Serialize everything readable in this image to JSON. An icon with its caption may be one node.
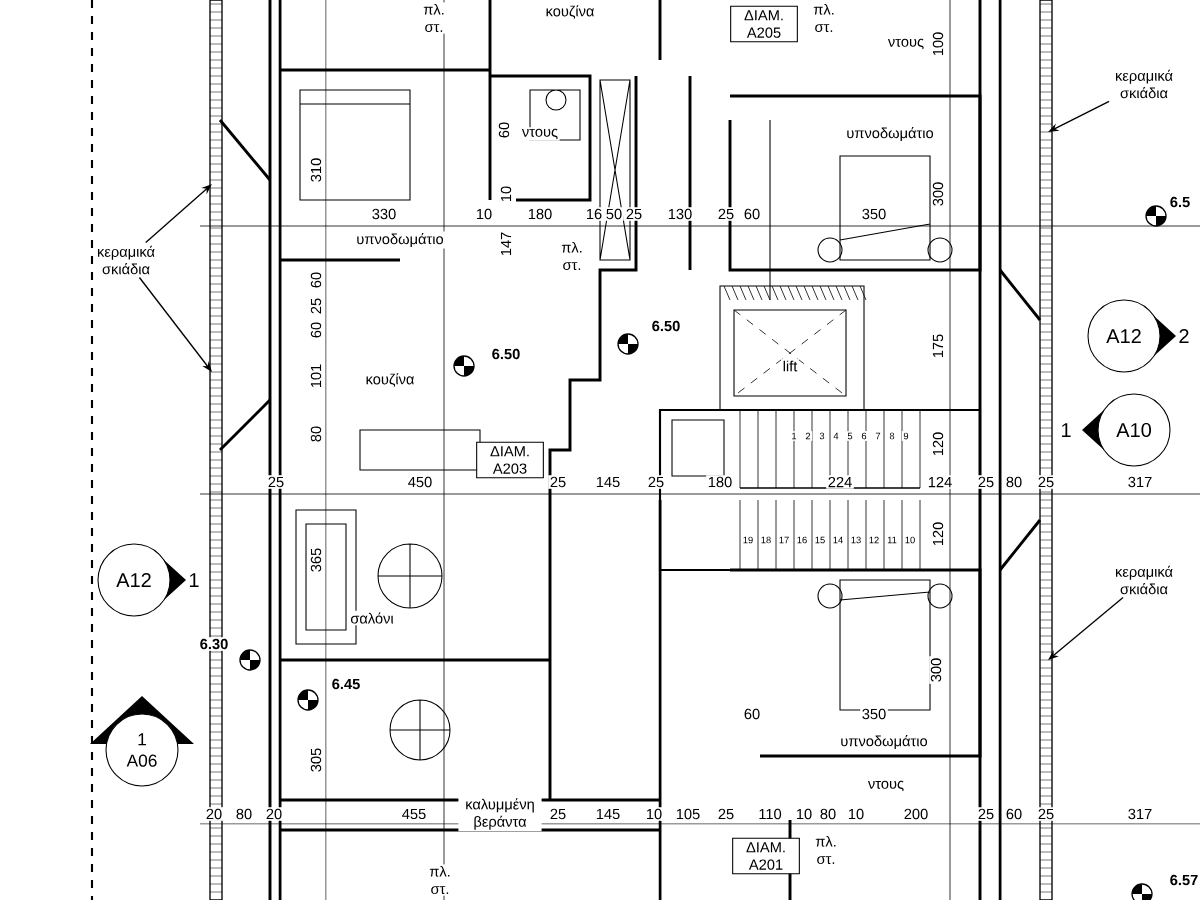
{
  "diagram": {
    "nodes": [
      {
        "text": [
          "κεραμικά σκιάδια"
        ]
      },
      {
        "text": [
          "κεραμικά σκιάδια"
        ]
      },
      {
        "text": [
          "κεραμικά σκιάδια"
        ]
      },
      {
        "text": [
          "A12"
        ],
        "beside": [
          "1"
        ]
      },
      {
        "text": [
          "1",
          "A06"
        ]
      },
      {
        "text": [
          "A12"
        ],
        "beside": [
          "2"
        ]
      },
      {
        "text": [
          "A10"
        ],
        "beside": [
          "1"
        ]
      },
      {
        "text": [
          "ΔΙΑΜ. A205"
        ]
      },
      {
        "text": [
          "ΔΙΑΜ. A203"
        ]
      },
      {
        "text": [
          "ΔΙΑΜ. A201"
        ]
      }
    ],
    "edges": [
      {
        "from": 0,
        "to": null,
        "arrow": "to"
      },
      {
        "from": 0,
        "to": null,
        "arrow": "to"
      },
      {
        "from": 1,
        "to": null,
        "arrow": "to"
      },
      {
        "from": 2,
        "to": null,
        "arrow": "to"
      }
    ],
    "labels": [
      "πλ. στ.",
      "κουζίνα",
      "πλ. στ.",
      "ντους",
      "100",
      "ντους",
      "60",
      "υπνοδωμάτιο",
      "310",
      "10",
      "300",
      "330",
      "10",
      "180",
      "16",
      "50",
      "25",
      "130",
      "25",
      "60",
      "350",
      "6.5",
      "147",
      "υπνοδωμάτιο",
      "πλ. στ.",
      "60",
      "25",
      "60",
      "6.50",
      "175",
      "6.50",
      "lift",
      "101",
      "κουζίνα",
      "80",
      "1",
      "2",
      "3",
      "4",
      "5",
      "6",
      "7",
      "8",
      "9",
      "120",
      "25",
      "450",
      "25",
      "145",
      "25",
      "180",
      "224",
      "124",
      "25",
      "80",
      "25",
      "317",
      "19",
      "18",
      "17",
      "16",
      "15",
      "14",
      "13",
      "12",
      "11",
      "10",
      "120",
      "365",
      "σαλόνι",
      "6.30",
      "300",
      "6.45",
      "60",
      "350",
      "υπνοδωμάτιο",
      "305",
      "ντους",
      "20",
      "80",
      "20",
      "455",
      "καλυμμένη βεράντα",
      "25",
      "145",
      "10",
      "105",
      "25",
      "110",
      "10",
      "80",
      "10",
      "200",
      "25",
      "60",
      "25",
      "317",
      "πλ. στ.",
      "6.57",
      "πλ. στ."
    ]
  }
}
